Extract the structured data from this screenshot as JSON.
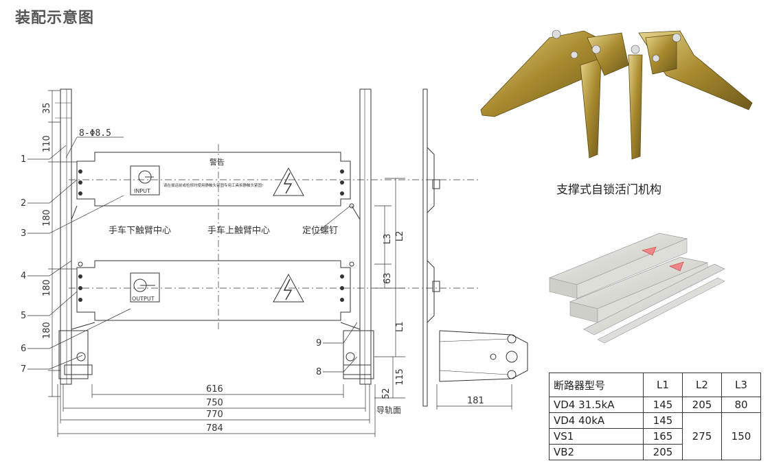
{
  "title": "装配示意图",
  "photo_caption": "支撑式自锁活门机构",
  "drawing": {
    "hole_label": "8-Φ8.5",
    "warning_label": "警告",
    "warning_text": "请在拔运前或检修时使用静触头紧固专用工具拆静触头紧固!",
    "input_label": "INPUT",
    "output_label": "OUTPUT",
    "lower_arm_center": "手车下触臂中心",
    "upper_arm_center": "手车上触臂中心",
    "locating_screw": "定位螺钉",
    "guide_rail_surface": "导轨面",
    "callouts": [
      "1",
      "2",
      "3",
      "4",
      "5",
      "6",
      "7",
      "8",
      "9"
    ],
    "dims_left": [
      "35",
      "110",
      "180",
      "180",
      "180"
    ],
    "dims_right": [
      "L1",
      "L2",
      "L3",
      "63",
      "115",
      "52"
    ],
    "dims_bottom": [
      "616",
      "750",
      "770",
      "784"
    ],
    "dim_side": "181"
  },
  "table": {
    "headers": [
      "断路器型号",
      "L1",
      "L2",
      "L3"
    ],
    "rows": [
      {
        "model": "VD4   31.5kA",
        "l1": "145",
        "l2": "205",
        "l3": "80"
      },
      {
        "model": "VD4    40kA",
        "l1": "145",
        "l2": "275",
        "l3": "150"
      },
      {
        "model": "VS1",
        "l1": "165"
      },
      {
        "model": "VB2",
        "l1": "205"
      }
    ]
  },
  "colors": {
    "line": "#333333",
    "brass": "#b89a3a",
    "steel": "#c8c8c4"
  }
}
